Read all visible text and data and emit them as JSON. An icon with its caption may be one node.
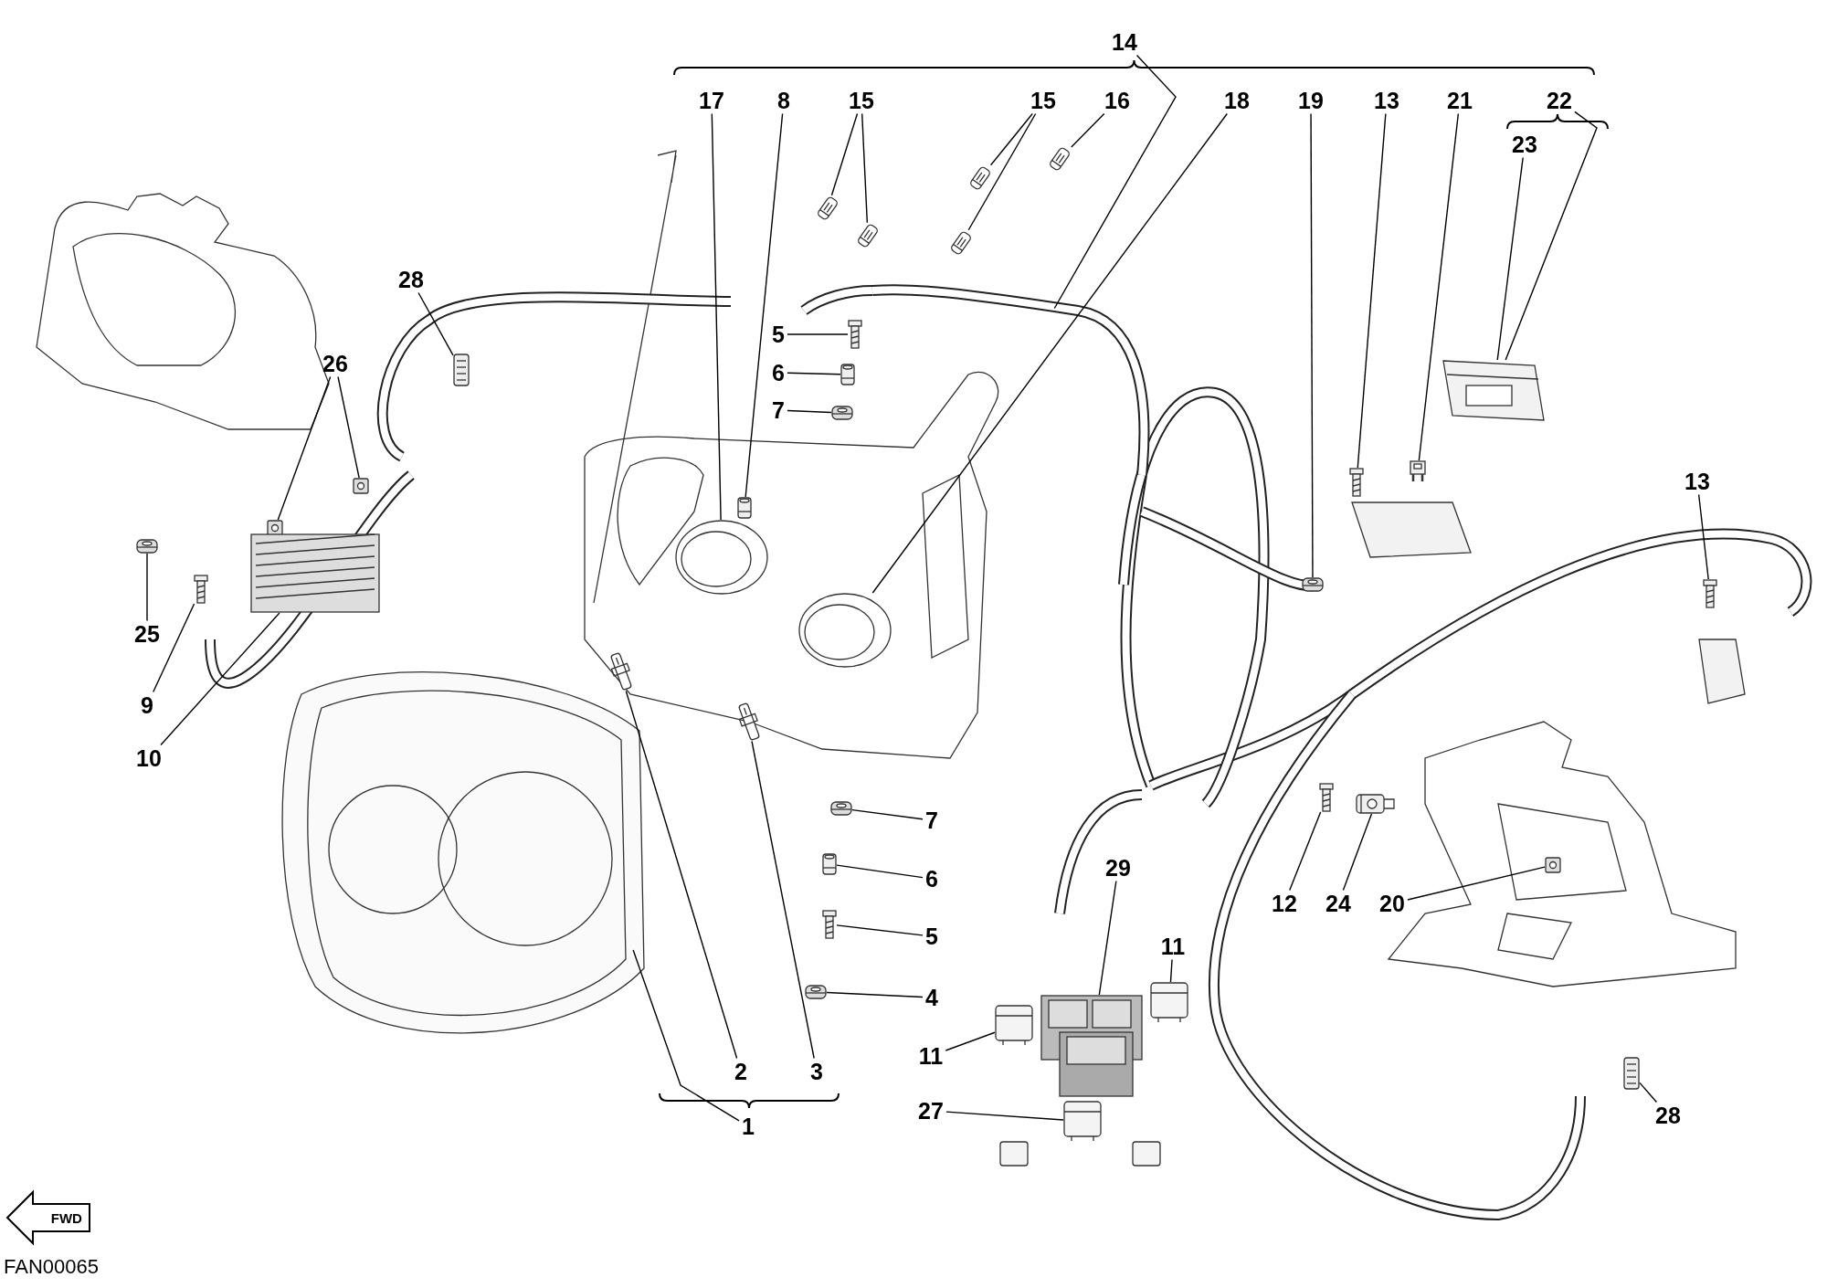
{
  "diagram": {
    "nodes": [
      {
        "text": [
          "14"
        ]
      },
      {
        "text": [
          "17"
        ]
      },
      {
        "text": [
          "8"
        ]
      },
      {
        "text": [
          "15"
        ]
      },
      {
        "text": [
          "15"
        ]
      },
      {
        "text": [
          "16"
        ]
      },
      {
        "text": [
          "18"
        ]
      },
      {
        "text": [
          "19"
        ]
      },
      {
        "text": [
          "13"
        ]
      },
      {
        "text": [
          "21"
        ]
      },
      {
        "text": [
          "22"
        ]
      },
      {
        "text": [
          "23"
        ]
      },
      {
        "text": [
          "28"
        ]
      },
      {
        "text": [
          "5"
        ]
      },
      {
        "text": [
          "26"
        ]
      },
      {
        "text": [
          "6"
        ]
      },
      {
        "text": [
          "7"
        ]
      },
      {
        "text": [
          "13"
        ]
      },
      {
        "text": [
          "25"
        ]
      },
      {
        "text": [
          "9"
        ]
      },
      {
        "text": [
          "10"
        ]
      },
      {
        "text": [
          "7"
        ]
      },
      {
        "text": [
          "29"
        ]
      },
      {
        "text": [
          "6"
        ]
      },
      {
        "text": [
          "12"
        ]
      },
      {
        "text": [
          "24"
        ]
      },
      {
        "text": [
          "20"
        ]
      },
      {
        "text": [
          "5"
        ]
      },
      {
        "text": [
          "11"
        ]
      },
      {
        "text": [
          "4"
        ]
      },
      {
        "text": [
          "11"
        ]
      },
      {
        "text": [
          "2"
        ]
      },
      {
        "text": [
          "3"
        ]
      },
      {
        "text": [
          "27"
        ]
      },
      {
        "text": [
          "28"
        ]
      },
      {
        "text": [
          "1"
        ]
      },
      {
        "text": [],
        "shape": "picture"
      },
      {
        "text": [],
        "shape": "picture"
      },
      {
        "text": [],
        "shape": "picture"
      },
      {
        "text": [],
        "shape": "picture"
      },
      {
        "text": [],
        "shape": "picture"
      },
      {
        "text": [],
        "shape": "picture"
      },
      {
        "text": [],
        "shape": "picture"
      },
      {
        "text": [],
        "shape": "picture"
      },
      {
        "text": [],
        "shape": "picture"
      },
      {
        "text": [],
        "shape": "picture"
      },
      {
        "text": [],
        "shape": "picture"
      },
      {
        "text": [],
        "shape": "picture"
      },
      {
        "text": [],
        "shape": "picture"
      },
      {
        "text": [],
        "shape": "picture"
      },
      {
        "text": [],
        "shape": "picture"
      },
      {
        "text": [],
        "shape": "picture"
      },
      {
        "text": [],
        "shape": "picture"
      },
      {
        "text": [],
        "shape": "picture"
      },
      {
        "text": [],
        "shape": "picture"
      },
      {
        "text": [],
        "shape": "picture"
      },
      {
        "text": [],
        "shape": "picture"
      },
      {
        "text": [],
        "shape": "picture"
      },
      {
        "text": [],
        "shape": "picture"
      },
      {
        "text": [],
        "shape": "picture"
      },
      {
        "text": [],
        "shape": "picture"
      },
      {
        "text": [],
        "shape": "picture"
      },
      {
        "text": [],
        "shape": "picture"
      },
      {
        "text": [],
        "shape": "picture"
      },
      {
        "text": [],
        "shape": "picture"
      },
      {
        "text": [],
        "shape": "picture"
      },
      {
        "text": [],
        "shape": "picture"
      },
      {
        "text": [],
        "shape": "picture"
      },
      {
        "text": [],
        "shape": "picture"
      },
      {
        "text": [],
        "shape": "picture"
      },
      {
        "text": [],
        "shape": "picture"
      },
      {
        "text": [],
        "shape": "picture"
      },
      {
        "text": [],
        "shape": "picture"
      },
      {
        "text": [],
        "shape": "picture"
      }
    ],
    "edges": [
      {
        "from": 0,
        "to": 36,
        "arrow": "none"
      },
      {
        "from": 1,
        "to": 37,
        "arrow": "none"
      },
      {
        "from": 2,
        "to": 38,
        "arrow": "none"
      },
      {
        "from": 3,
        "to": 39,
        "arrow": "none"
      },
      {
        "from": 3,
        "to": 40,
        "arrow": "none"
      },
      {
        "from": 4,
        "to": 41,
        "arrow": "none"
      },
      {
        "from": 4,
        "to": 42,
        "arrow": "none"
      },
      {
        "from": 5,
        "to": 43,
        "arrow": "none"
      },
      {
        "from": 6,
        "to": 44,
        "arrow": "none"
      },
      {
        "from": 7,
        "to": 45,
        "arrow": "none"
      },
      {
        "from": 8,
        "to": 46,
        "arrow": "none"
      },
      {
        "from": 9,
        "to": 47,
        "arrow": "none"
      },
      {
        "from": 10,
        "to": 48,
        "arrow": "none"
      },
      {
        "from": 11,
        "to": 48,
        "arrow": "none"
      },
      {
        "from": 12,
        "to": 49,
        "arrow": "none"
      },
      {
        "from": 13,
        "to": 50,
        "arrow": "none"
      },
      {
        "from": 14,
        "to": 51,
        "arrow": "none"
      },
      {
        "from": 14,
        "to": 52,
        "arrow": "none"
      },
      {
        "from": 15,
        "to": 53,
        "arrow": "none"
      },
      {
        "from": 16,
        "to": 54,
        "arrow": "none"
      },
      {
        "from": 17,
        "to": 55,
        "arrow": "none"
      },
      {
        "from": 18,
        "to": 56,
        "arrow": "none"
      },
      {
        "from": 19,
        "to": 57,
        "arrow": "none"
      },
      {
        "from": 20,
        "to": 58,
        "arrow": "none"
      },
      {
        "from": 21,
        "to": 59,
        "arrow": "none"
      },
      {
        "from": 22,
        "to": 63,
        "arrow": "none"
      },
      {
        "from": 23,
        "to": 60,
        "arrow": "none"
      },
      {
        "from": 24,
        "to": 64,
        "arrow": "none"
      },
      {
        "from": 25,
        "to": 65,
        "arrow": "none"
      },
      {
        "from": 26,
        "to": 66,
        "arrow": "none"
      },
      {
        "from": 27,
        "to": 61,
        "arrow": "none"
      },
      {
        "from": 28,
        "to": 67,
        "arrow": "none"
      },
      {
        "from": 29,
        "to": 62,
        "arrow": "none"
      },
      {
        "from": 30,
        "to": 68,
        "arrow": "none"
      },
      {
        "from": 31,
        "to": 69,
        "arrow": "none"
      },
      {
        "from": 32,
        "to": 70,
        "arrow": "none"
      },
      {
        "from": 33,
        "to": 71,
        "arrow": "none"
      },
      {
        "from": 34,
        "to": 72,
        "arrow": "none"
      },
      {
        "from": 35,
        "to": 73,
        "arrow": "none"
      }
    ],
    "labels": [
      "FWD",
      "FAN00065"
    ]
  }
}
